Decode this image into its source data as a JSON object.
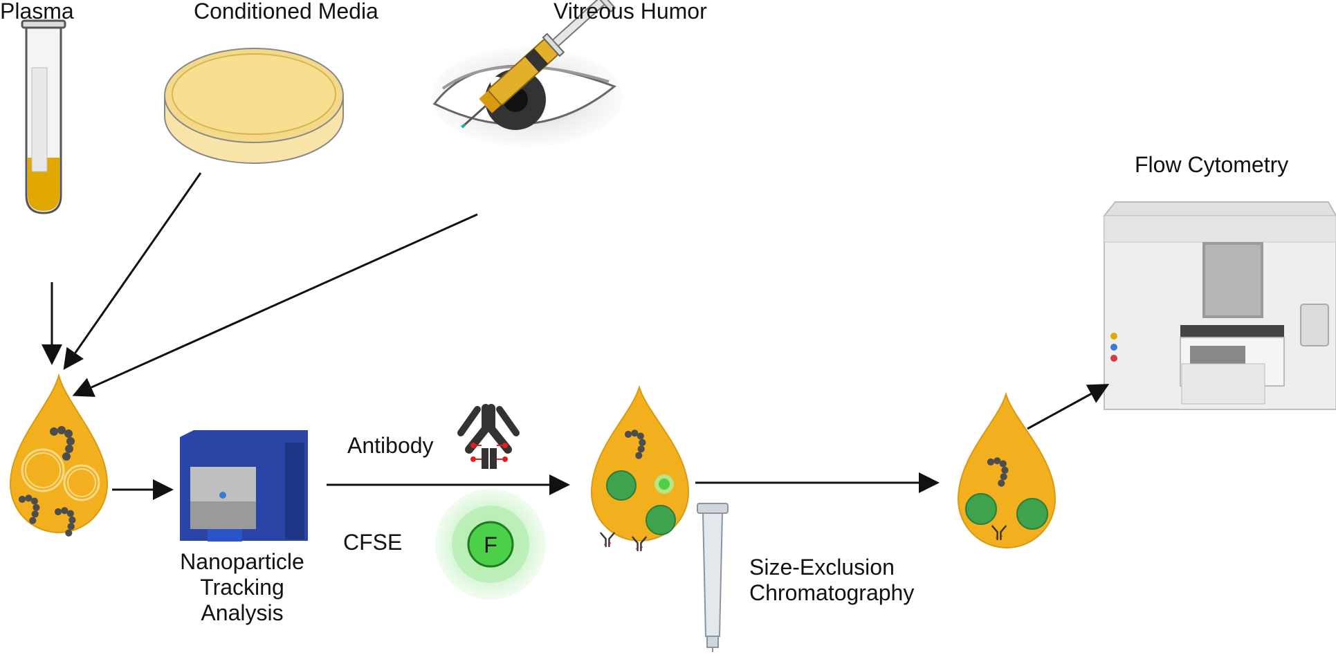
{
  "labels": {
    "plasma": "Plasma",
    "conditioned_media": "Conditioned Media",
    "vitreous_humor": "Vitreous Humor",
    "flow_cytometry": "Flow Cytometry",
    "antibody": "Antibody",
    "cfse": "CFSE",
    "nta_line1": "Nanoparticle",
    "nta_line2": "Tracking",
    "nta_line3": "Analysis",
    "sec_line1": "Size-Exclusion",
    "sec_line2": "Chromatography",
    "fluor_letter": "F"
  },
  "colors": {
    "drop": "#F2B01E",
    "drop_edge": "#D99A12",
    "particle": "#4D4D4D",
    "vesicle_green": "#3FA34D",
    "cfse_green": "#4CD04A",
    "nta_blue": "#2B45A6",
    "arrow": "#111111",
    "antibody_dark": "#333333",
    "antibody_tag": "#E02020"
  }
}
